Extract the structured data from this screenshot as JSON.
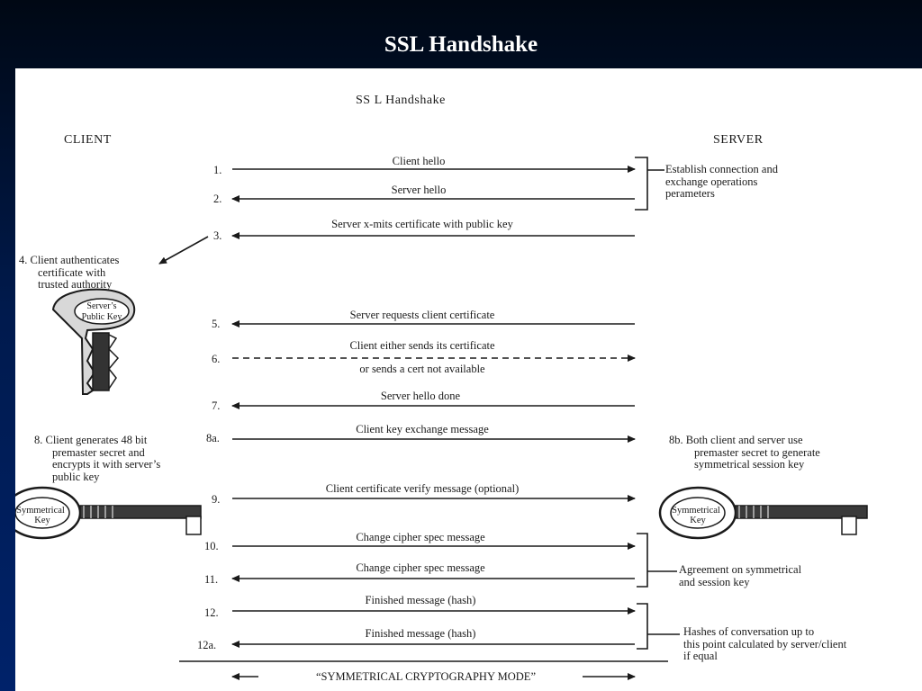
{
  "slide": {
    "title": "SSL Handshake"
  },
  "diagram": {
    "title": "SS L Handshake",
    "client_heading": "CLIENT",
    "server_heading": "SERVER",
    "steps": [
      {
        "num": "1.",
        "label": "Client hello",
        "direction": "to-server"
      },
      {
        "num": "2.",
        "label": "Server hello",
        "direction": "to-client"
      },
      {
        "num": "3.",
        "label": "Server x-mits certificate with public key",
        "direction": "to-client"
      },
      {
        "num": "5.",
        "label": "Server requests client certificate",
        "direction": "to-client"
      },
      {
        "num": "6.",
        "label": "Client either sends its certificate",
        "label2": "or sends a cert not available",
        "direction": "to-server",
        "dashed": true
      },
      {
        "num": "7.",
        "label": "Server hello done",
        "direction": "to-client"
      },
      {
        "num": "8a.",
        "label": "Client key exchange message",
        "direction": "to-server"
      },
      {
        "num": "9.",
        "label": "Client certificate verify message (optional)",
        "direction": "to-server"
      },
      {
        "num": "10.",
        "label": "Change cipher spec message",
        "direction": "to-server"
      },
      {
        "num": "11.",
        "label": "Change cipher spec message",
        "direction": "to-client"
      },
      {
        "num": "12.",
        "label": "Finished message (hash)",
        "direction": "to-server"
      },
      {
        "num": "12a.",
        "label": "Finished message (hash)",
        "direction": "to-client"
      }
    ],
    "final_mode": "“SYMMETRICAL CRYPTOGRAPHY MODE”",
    "notes": {
      "establish": [
        "Establish connection and",
        "exchange operations",
        "perameters"
      ],
      "step4": [
        "4. Client authenticates",
        "certificate with",
        "trusted authority"
      ],
      "step8": [
        "8. Client generates 48 bit",
        "premaster secret and",
        "encrypts it with server’s",
        "public key"
      ],
      "step8b": [
        "8b. Both client and server use",
        "premaster secret to generate",
        "symmetrical session key"
      ],
      "agreement": [
        "Agreement on symmetrical",
        "and session key"
      ],
      "hashes": [
        "Hashes of conversation up to",
        "this point calculated by server/client",
        "if equal"
      ]
    },
    "keys": {
      "public": {
        "label_line1": "Server’s",
        "label_line2": "Public Key",
        "icon": "key-icon"
      },
      "symmetric": {
        "label_line1": "Symmetrical",
        "label_line2": "Key",
        "icon": "key-icon"
      }
    }
  }
}
